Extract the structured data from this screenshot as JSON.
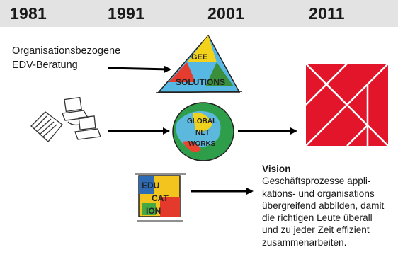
{
  "timeline": {
    "years": [
      "1981",
      "1991",
      "2001",
      "2011"
    ]
  },
  "intro_text": {
    "line1": "Organisationsbezogene",
    "line2": "EDV-Beratung"
  },
  "logos": {
    "triangle": [
      "GEE",
      "SOLUTIONS"
    ],
    "globe": [
      "GLOBAL",
      "NET",
      "WORKS"
    ],
    "square": [
      "EDU",
      "CAT",
      "ION"
    ]
  },
  "vision": {
    "title": "Vision",
    "lines": [
      "Geschäftsprozesse appli-",
      "kations- und organisations",
      "übergreifend abbilden, damit",
      "die richtigen Leute überall",
      "und zu jeder Zeit effizient",
      "zusammenarbeiten."
    ]
  },
  "colors": {
    "bar": "#e3e3e3",
    "tangram_red": "#e3152a",
    "arrow": "#000000"
  }
}
